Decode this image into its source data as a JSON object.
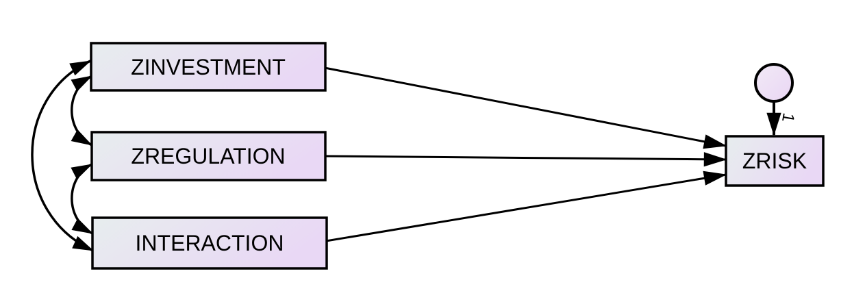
{
  "diagram": {
    "kind": "sem-path-diagram",
    "background": "#ffffff",
    "colors": {
      "stroke": "#000000",
      "box_gradient_from": "#e7edee",
      "box_gradient_to": "#e9d8f5",
      "circle_gradient_from": "#f2eaf6",
      "circle_gradient_to": "#e9d6f4"
    },
    "nodes": [
      {
        "id": "zinvestment",
        "label": "ZINVESTMENT",
        "shape": "rectangle",
        "role": "observed-exogenous"
      },
      {
        "id": "zregulation",
        "label": "ZREGULATION",
        "shape": "rectangle",
        "role": "observed-exogenous"
      },
      {
        "id": "interaction",
        "label": "INTERACTION",
        "shape": "rectangle",
        "role": "observed-exogenous"
      },
      {
        "id": "zrisk",
        "label": "ZRISK",
        "shape": "rectangle",
        "role": "observed-endogenous"
      },
      {
        "id": "error",
        "label": "",
        "shape": "circle",
        "role": "error-term"
      }
    ],
    "edges": {
      "regressions": [
        {
          "from": "zinvestment",
          "to": "zrisk",
          "arrow": "single"
        },
        {
          "from": "zregulation",
          "to": "zrisk",
          "arrow": "single"
        },
        {
          "from": "interaction",
          "to": "zrisk",
          "arrow": "single"
        },
        {
          "from": "error",
          "to": "zrisk",
          "arrow": "single",
          "weight": "1"
        }
      ],
      "covariances": [
        {
          "between": [
            "zinvestment",
            "zregulation"
          ],
          "arrow": "double"
        },
        {
          "between": [
            "zregulation",
            "interaction"
          ],
          "arrow": "double"
        },
        {
          "between": [
            "zinvestment",
            "interaction"
          ],
          "arrow": "double"
        }
      ]
    }
  }
}
